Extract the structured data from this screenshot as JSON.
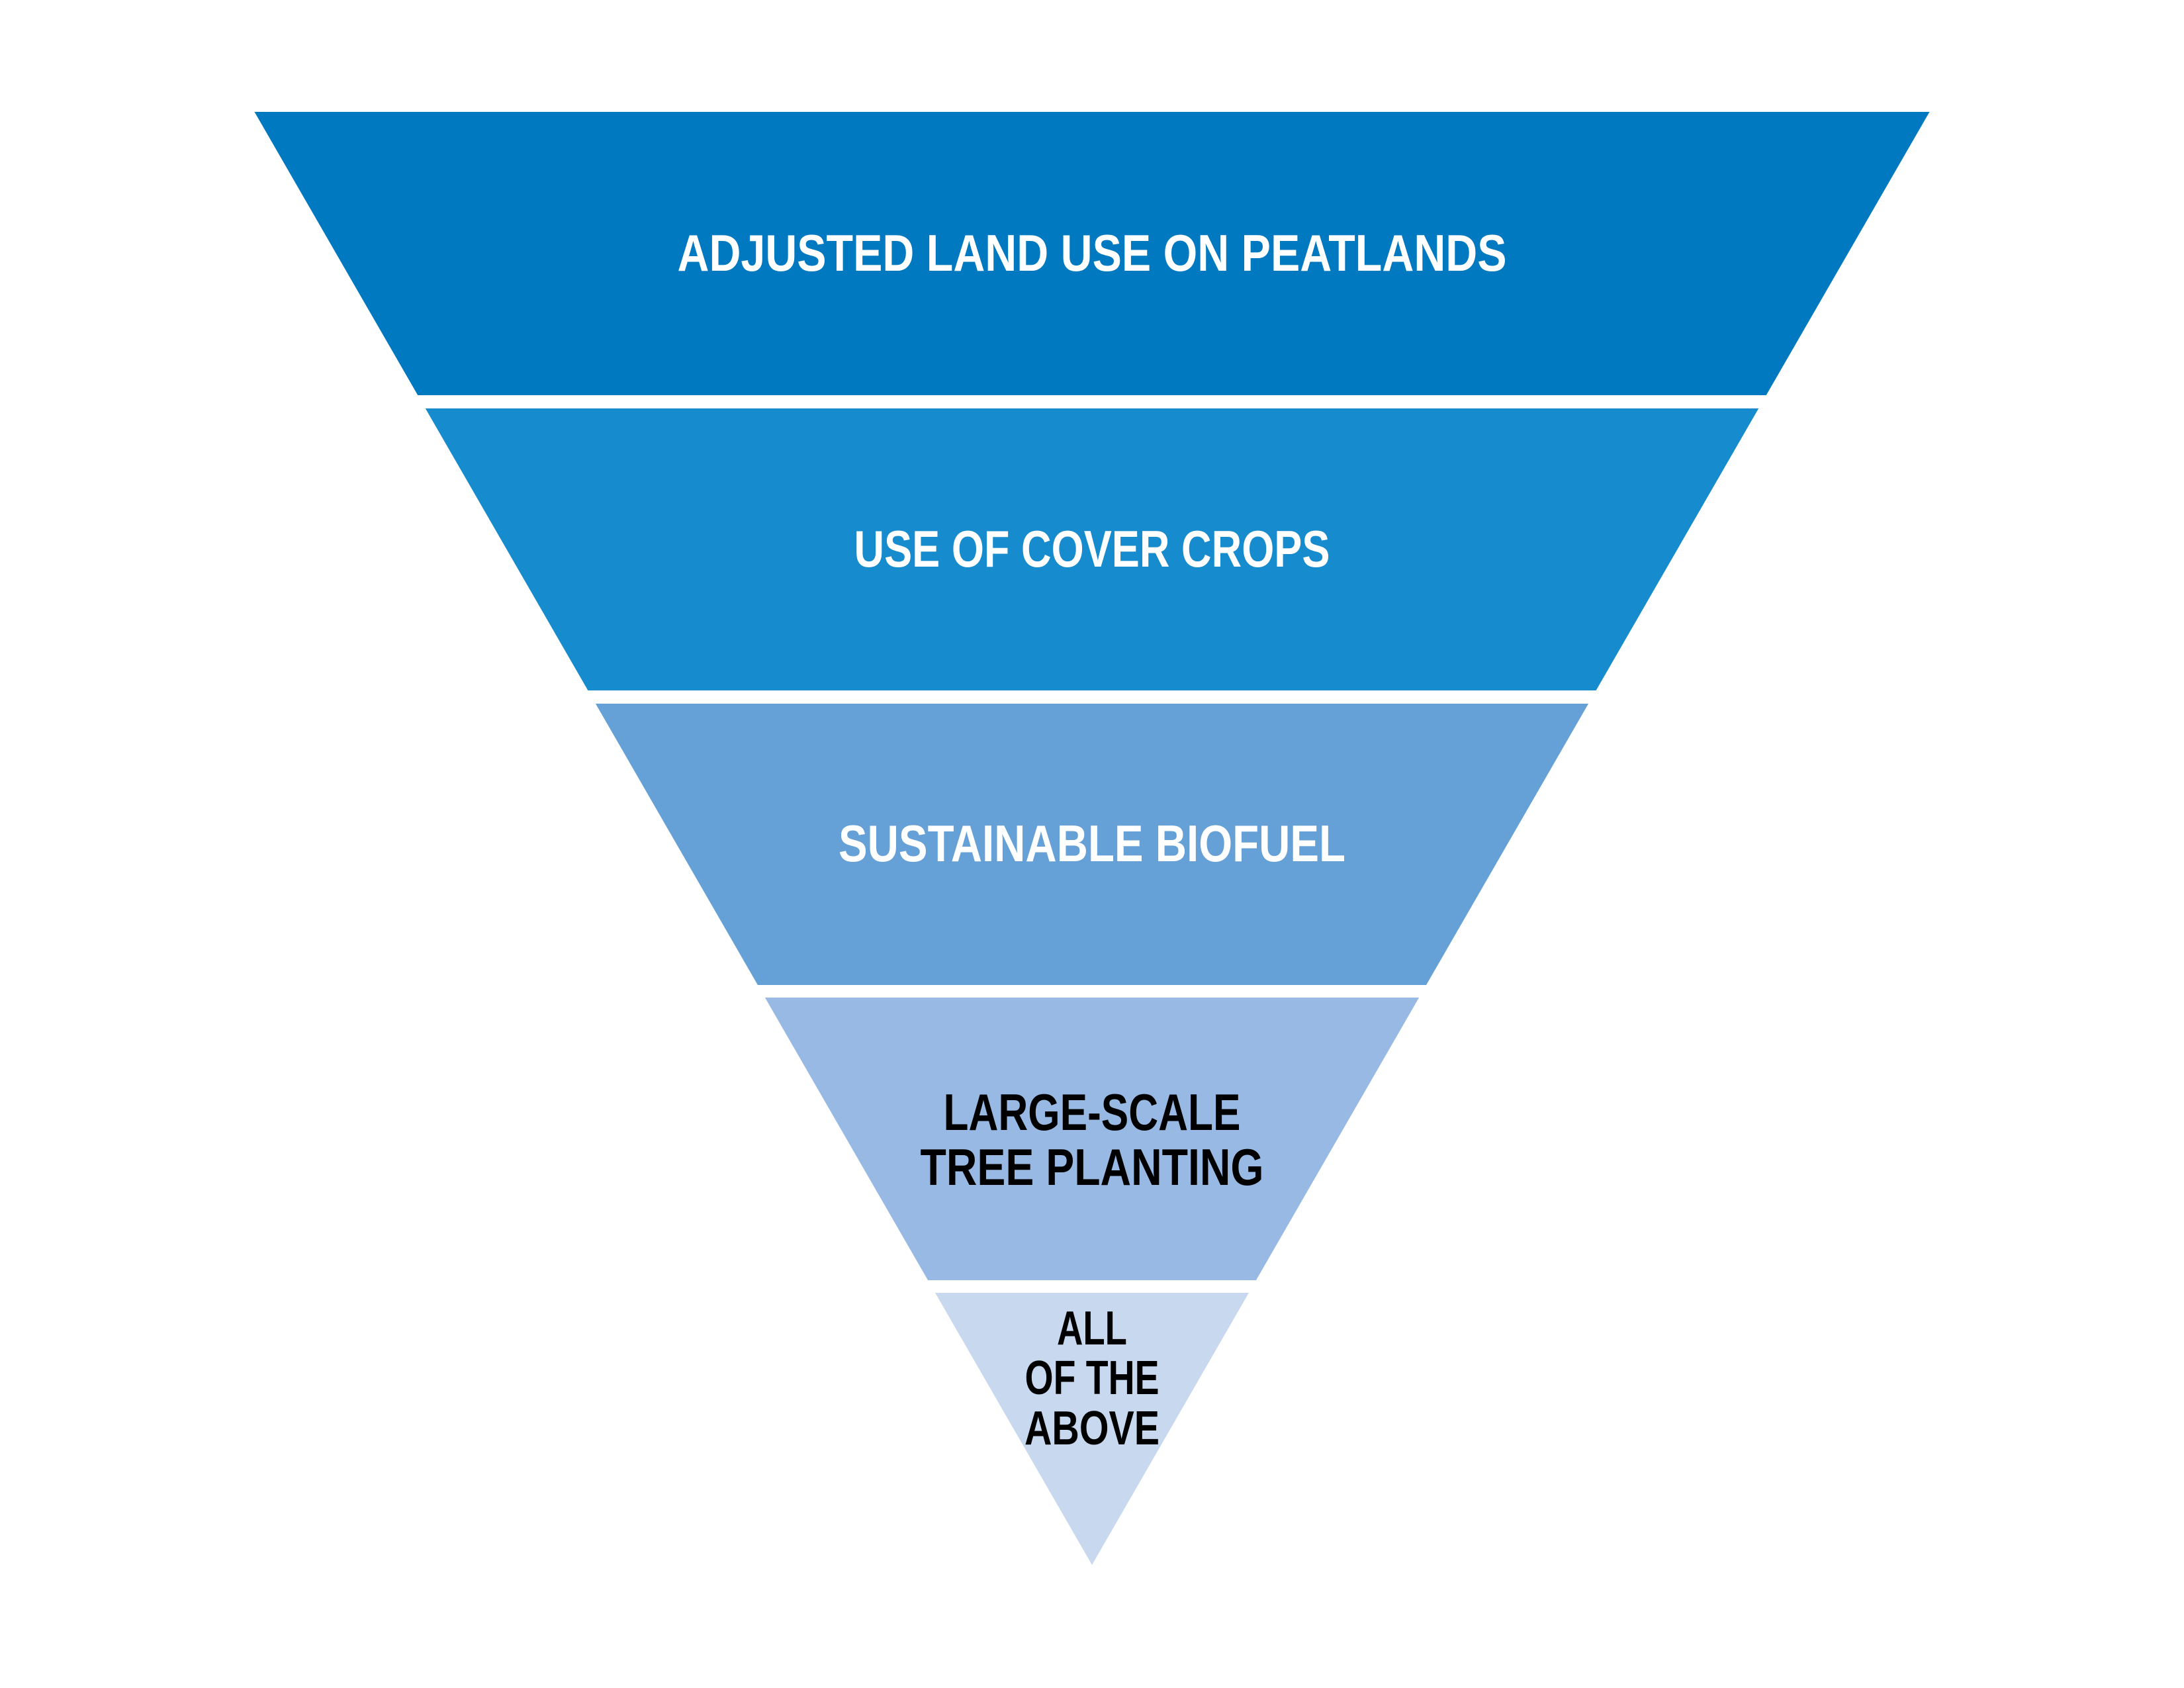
{
  "diagram": {
    "type": "inverted-pyramid",
    "levels": [
      {
        "label_lines": [
          "ADJUSTED LAND USE ON PEATLANDS"
        ],
        "fill": "#0079C1",
        "text_color": "#FFFFFF"
      },
      {
        "label_lines": [
          "USE OF COVER CROPS"
        ],
        "fill": "#168BCD",
        "text_color": "#FFFFFF"
      },
      {
        "label_lines": [
          "SUSTAINABLE BIOFUEL"
        ],
        "fill": "#65A1D6",
        "text_color": "#FFFFFF"
      },
      {
        "label_lines": [
          "LARGE-SCALE",
          "TREE PLANTING"
        ],
        "fill": "#97B9E3",
        "text_color": "#000000"
      },
      {
        "label_lines": [
          "ALL",
          "OF THE",
          "ABOVE"
        ],
        "fill": "#C7D8EF",
        "text_color": "#000000"
      }
    ]
  }
}
